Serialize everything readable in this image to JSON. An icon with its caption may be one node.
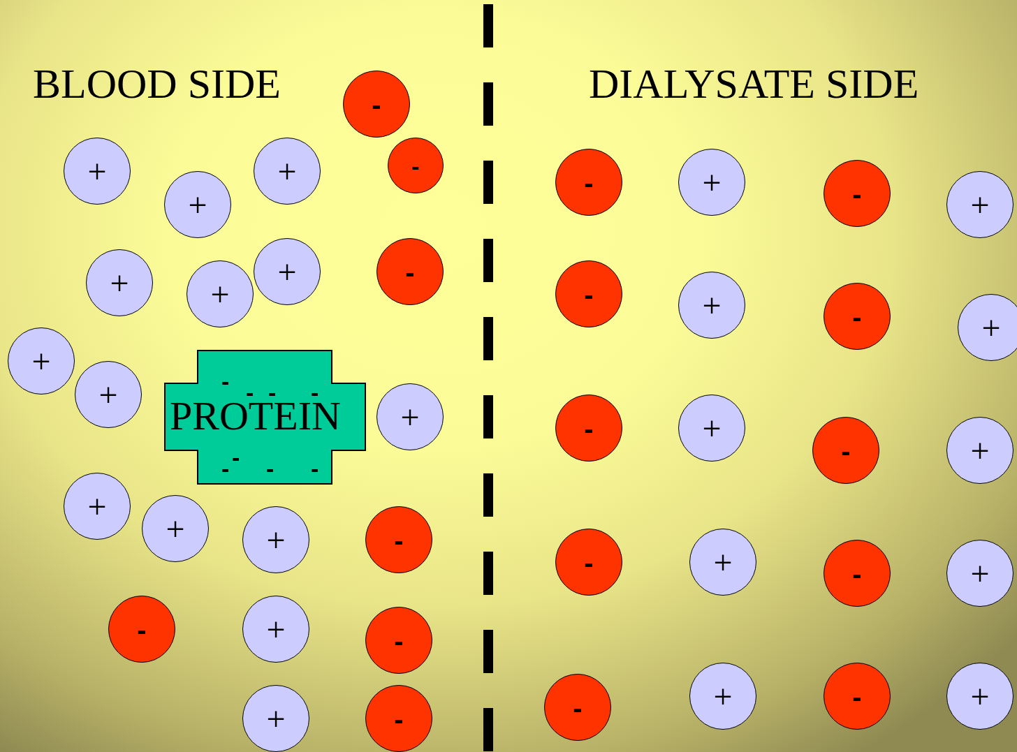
{
  "diagram": {
    "nodes": [
      {
        "text": [
          "-"
        ]
      },
      {
        "text": [
          "+"
        ]
      },
      {
        "text": [
          "+"
        ]
      },
      {
        "text": [
          "-"
        ]
      },
      {
        "text": [
          "+"
        ]
      },
      {
        "text": [
          "+"
        ]
      },
      {
        "text": [
          "+"
        ]
      },
      {
        "text": [
          "-"
        ]
      },
      {
        "text": [
          "+"
        ]
      },
      {
        "text": [
          "+"
        ]
      },
      {
        "text": [
          "+"
        ]
      },
      {
        "text": [
          "-",
          "-",
          "-",
          "-",
          "PROTEIN",
          "-",
          "-",
          "-",
          "-"
        ]
      },
      {
        "text": [
          "+"
        ]
      },
      {
        "text": [
          "+"
        ]
      },
      {
        "text": [
          "+"
        ]
      },
      {
        "text": [
          "+"
        ]
      },
      {
        "text": [
          "-"
        ]
      },
      {
        "text": [
          "-"
        ]
      },
      {
        "text": [
          "+"
        ]
      },
      {
        "text": [
          "-"
        ]
      },
      {
        "text": [
          "+"
        ]
      },
      {
        "text": [
          "-"
        ]
      },
      {
        "text": [
          "-"
        ]
      },
      {
        "text": [
          "+"
        ]
      },
      {
        "text": [
          "-"
        ]
      },
      {
        "text": [
          "+"
        ]
      },
      {
        "text": [
          "-"
        ]
      },
      {
        "text": [
          "+"
        ]
      },
      {
        "text": [
          "-"
        ]
      },
      {
        "text": [
          "+"
        ]
      },
      {
        "text": [
          "-"
        ]
      },
      {
        "text": [
          "+"
        ]
      },
      {
        "text": [
          "-"
        ]
      },
      {
        "text": [
          "+"
        ]
      },
      {
        "text": [
          "-"
        ]
      },
      {
        "text": [
          "+"
        ]
      },
      {
        "text": [
          "-"
        ]
      },
      {
        "text": [
          "+"
        ]
      },
      {
        "text": [
          "-"
        ]
      },
      {
        "text": [
          "+"
        ]
      },
      {
        "text": [
          "-"
        ]
      },
      {
        "text": [
          "+"
        ]
      }
    ],
    "labels": [
      "BLOOD SIDE",
      "DIALYSATE SIDE"
    ]
  }
}
